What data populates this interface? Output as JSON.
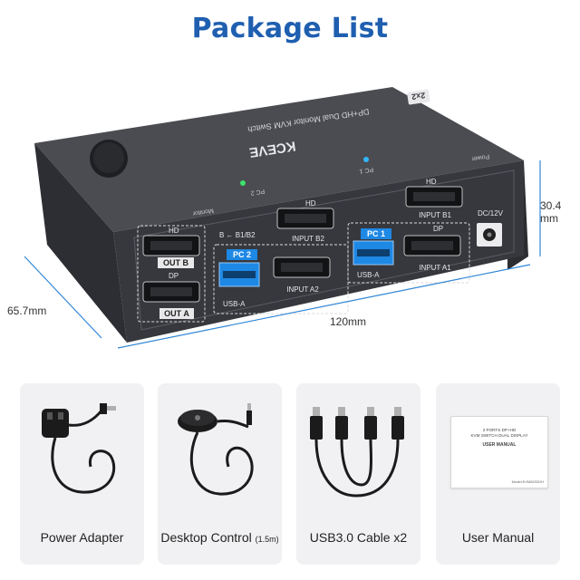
{
  "header": {
    "title": "Package List"
  },
  "device": {
    "top_label": "DP+HD Dual Monitor KVM Switch",
    "brand": "KCEVE",
    "badge": "2x2",
    "top_power_label": "Power",
    "top_pc1_label": "PC 1",
    "top_pc2_label": "PC 2",
    "top_monitor_label": "Monitor",
    "ports": {
      "hd": "HD",
      "dp": "DP",
      "out_b": "OUT B",
      "out_a": "OUT A",
      "b_b1b2": "B ← B1/B2",
      "pc2": "PC 2",
      "pc1": "PC 1",
      "input_b2": "INPUT B2",
      "input_a2": "INPUT A2",
      "input_b1": "INPUT B1",
      "input_a1": "INPUT A1",
      "usb_a": "USB-A",
      "dc": "DC/12V"
    }
  },
  "dimensions": {
    "height": "30.4",
    "height_unit": "mm",
    "depth": "65.7mm",
    "width": "120mm"
  },
  "items": [
    {
      "label": "Power Adapter",
      "icon": "power-adapter-icon"
    },
    {
      "label": "Desktop Control",
      "note": "(1.5m)",
      "icon": "desktop-control-icon"
    },
    {
      "label": "USB3.0 Cable x2",
      "icon": "usb-cable-icon"
    },
    {
      "label": "User Manual",
      "icon": "user-manual-icon"
    }
  ],
  "manual": {
    "line1": "2 PORTS DP+HD",
    "line2": "KVM SWITCH DUAL DISPLAY",
    "line3": "USER MANUAL",
    "model": "Model:KVM8202DH"
  },
  "colors": {
    "title": "#1f5fb0",
    "device": "#3a3c41",
    "usb_port": "#1e88e5",
    "card_bg": "#f1f1f3"
  }
}
